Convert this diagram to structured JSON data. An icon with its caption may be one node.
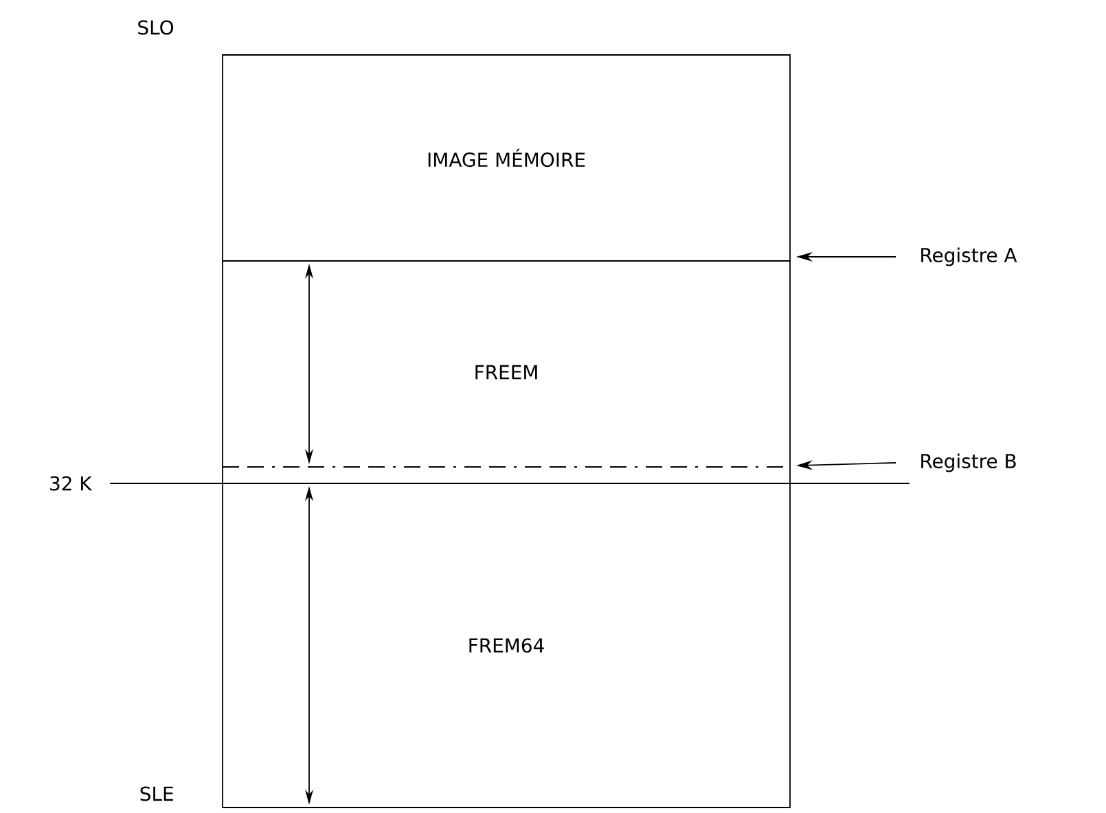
{
  "diagram": {
    "nodes": [
      {
        "text": [
          "IMAGE MÉMOIRE"
        ]
      },
      {
        "text": [
          "FREEM"
        ]
      },
      {
        "text": [
          "FREM64"
        ]
      },
      {
        "text": [
          "Registre A"
        ]
      },
      {
        "text": [
          "Registre B"
        ]
      }
    ],
    "edges": [
      {
        "from": 3,
        "to": 0,
        "arrow": "to"
      },
      {
        "from": 4,
        "to": 1,
        "arrow": "to"
      }
    ],
    "labels": [
      "SLO",
      "32 K",
      "SLE"
    ]
  }
}
